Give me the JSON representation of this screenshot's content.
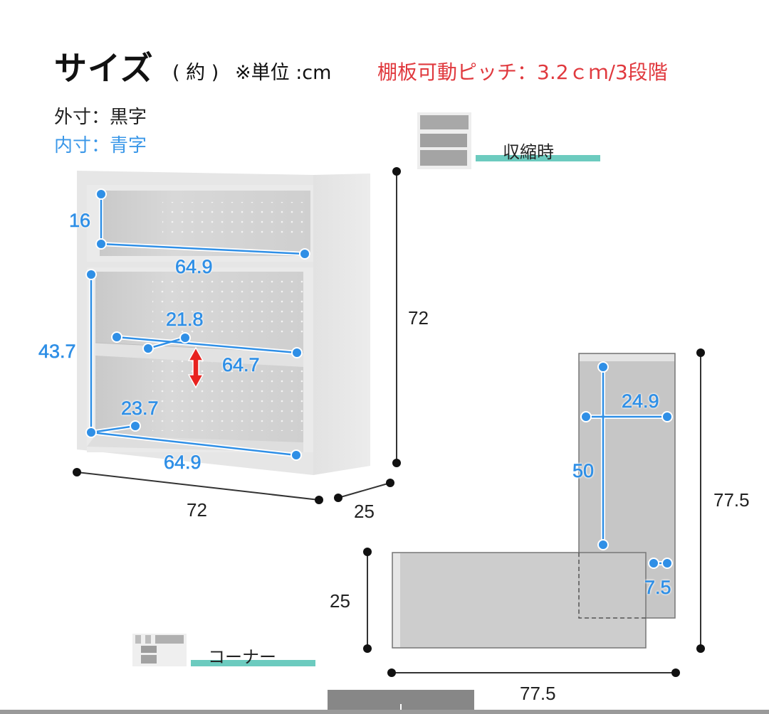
{
  "header": {
    "title": "サイズ",
    "title_paren": "( 約 )",
    "unit_note": "※単位 :cm",
    "shelf_pitch_note": "棚板可動ピッチ：3.2ｃｍ/3段階",
    "accent_red": "#e0393e"
  },
  "legend": {
    "outer": "外寸：黒字",
    "inner": "内寸：青字",
    "outer_color": "#222222",
    "inner_color": "#3a97e8"
  },
  "modes": {
    "collapsed": {
      "label": "収縮時",
      "icon": "collapsed-shelf-thumbnail-icon"
    },
    "corner": {
      "label": "コーナー",
      "icon": "corner-shelf-thumbnail-icon"
    },
    "underline_color": "#6ccbbf"
  },
  "front_view": {
    "outer": {
      "width": "72",
      "height": "72",
      "depth": "25"
    },
    "inner": {
      "top_height": "16",
      "top_width": "64.9",
      "lower_height": "43.7",
      "shelf_depth": "21.8",
      "shelf_width": "64.7",
      "bottom_depth": "23.7",
      "bottom_width": "64.9"
    },
    "adjust_arrow": "red-double-arrow-icon"
  },
  "corner_view": {
    "outer": {
      "height": "77.5",
      "width": "77.5",
      "depth": "25"
    },
    "inner": {
      "length": "50",
      "width": "24.9",
      "overlap": "7.5"
    }
  }
}
